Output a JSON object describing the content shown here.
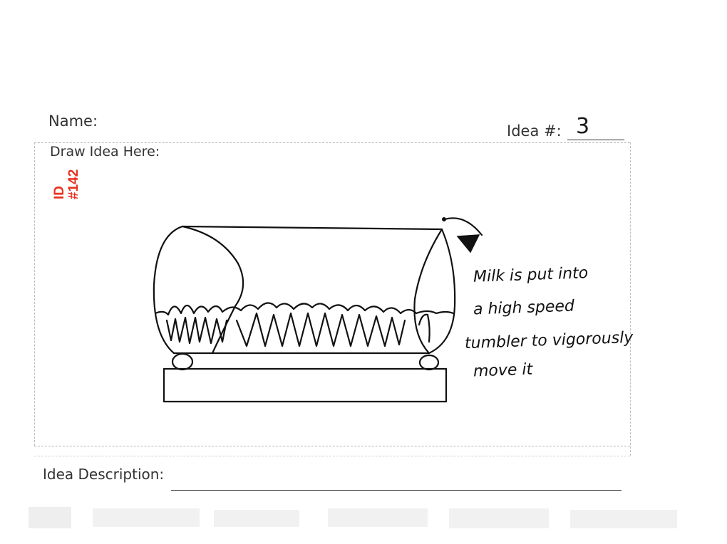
{
  "form": {
    "name_label": "Name:",
    "idea_number_label": "Idea #:",
    "idea_number_value": "3",
    "draw_label": "Draw Idea Here:",
    "description_label": "Idea Description:"
  },
  "stamp": {
    "line1": "ID",
    "line2": "#142",
    "color": "#e8321e"
  },
  "handwritten_note": [
    "Milk is put into",
    "a high speed",
    "tumbler to vigorously",
    "move it"
  ]
}
